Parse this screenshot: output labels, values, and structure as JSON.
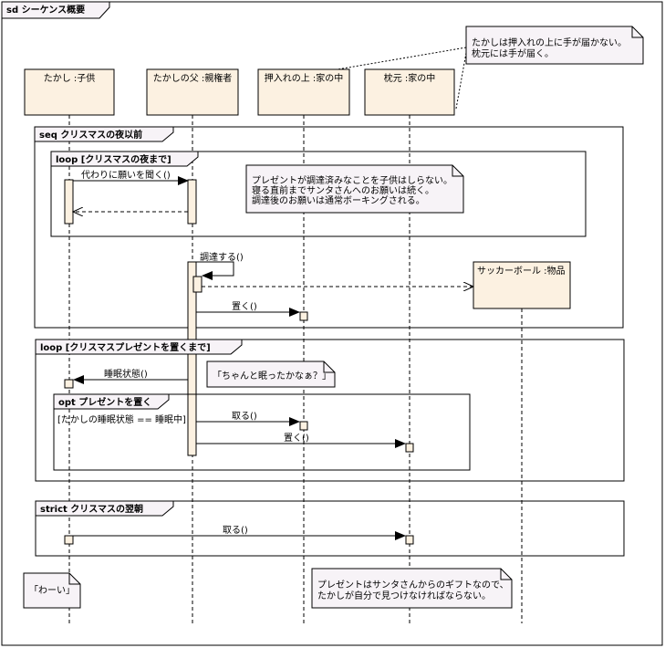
{
  "frame": {
    "label": "sd シーケンス概要"
  },
  "lifelines": [
    {
      "label": "たかし :子供"
    },
    {
      "label": "たかしの父 :親権者"
    },
    {
      "label": "押入れの上 :家の中"
    },
    {
      "label": "枕元 :家の中"
    }
  ],
  "created_object": {
    "label": "サッカーボール :物品"
  },
  "notes": {
    "top_right": [
      "たかしは押入れの上に手が届かない。",
      "枕元には手が届く。"
    ],
    "present_unaware": [
      "プレゼントが調達済みなことを子供はしらない。",
      "寝る直前までサンタさんへのお願いは続く。",
      "調達後のお願いは通常ボーキングされる。"
    ],
    "asleep_check": [
      "「ちゃんと眠ったかなぁ？」"
    ],
    "wow": [
      "「わーい」"
    ],
    "gift_find": [
      "プレゼントはサンタさんからのギフトなので、",
      "たかしが自分で見つけなければならない。"
    ]
  },
  "fragments": {
    "seq": {
      "label": "seq クリスマスの夜以前"
    },
    "loop1": {
      "label": "loop [クリスマスの夜まで]"
    },
    "loop2": {
      "label": "loop [クリスマスプレゼントを置くまで]"
    },
    "opt": {
      "label": "opt プレゼントを置く",
      "guard": "[たかしの睡眠状態 == 睡眠中]"
    },
    "strict": {
      "label": "strict クリスマスの翌朝"
    }
  },
  "messages": {
    "m1": "代わりに願いを聞く()",
    "m2": "調達する()",
    "m3": "置く()",
    "m4": "睡眠状態()",
    "m5": "取る()",
    "m6": "置く()",
    "m7": "取る()"
  },
  "colors": {
    "lifeline_fill": "#fcf1e1",
    "note_fill": "#f7f3f7",
    "frame_tab_fill": "#f7f3f7",
    "line": "#000000"
  }
}
